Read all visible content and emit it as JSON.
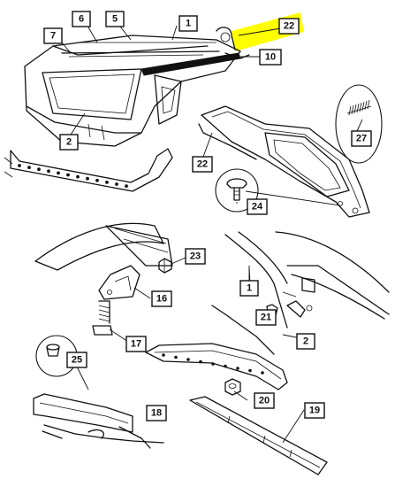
{
  "colors": {
    "highlight": "#ffff00",
    "ink": "#111111"
  },
  "callouts": {
    "c1a": "1",
    "c1b": "1",
    "c2a": "2",
    "c2b": "2",
    "c5": "5",
    "c6": "6",
    "c7": "7",
    "c10": "10",
    "c16": "16",
    "c17": "17",
    "c18": "18",
    "c19": "19",
    "c20": "20",
    "c21": "21",
    "c22a": "22",
    "c22b": "22",
    "c23": "23",
    "c24": "24",
    "c25": "25",
    "c27": "27"
  }
}
